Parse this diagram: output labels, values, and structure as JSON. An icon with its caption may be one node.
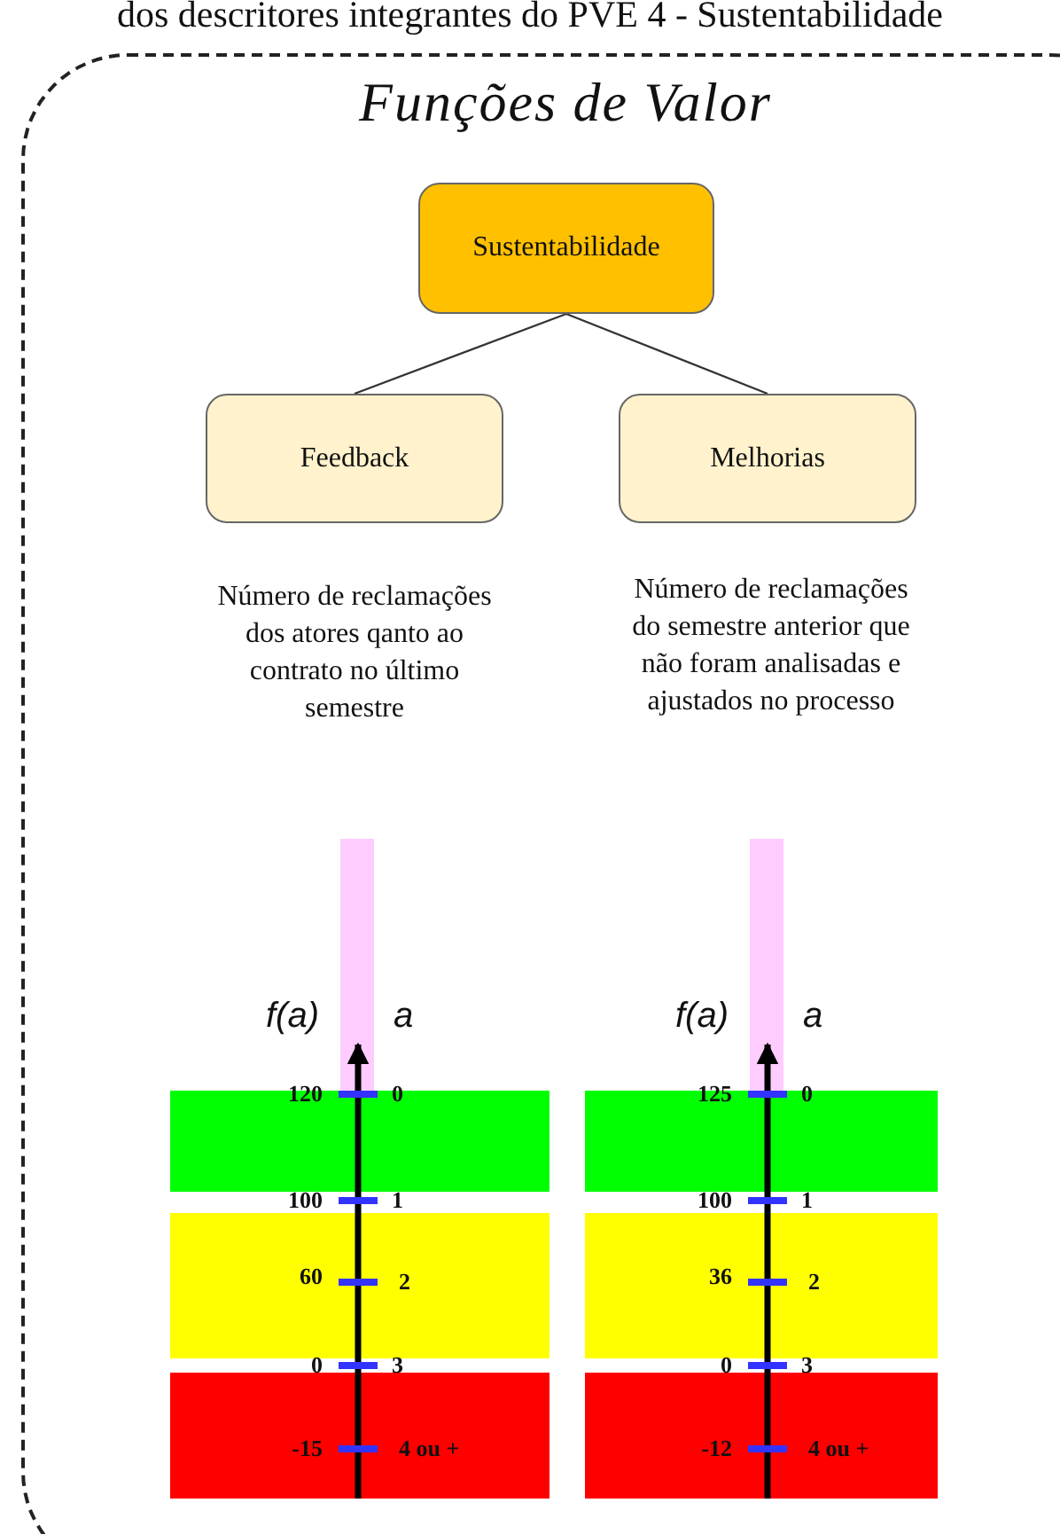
{
  "diagram": {
    "title": "dos descritores integrantes do PVE 4 - Sustentabilidade",
    "nodes": [
      {
        "text": [
          "Funções de Valor"
        ]
      },
      {
        "text": [
          "Sustentabilidade"
        ],
        "in": 0
      },
      {
        "text": [
          "Feedback"
        ],
        "in": 0
      },
      {
        "text": [
          "Melhorias"
        ],
        "in": 0
      }
    ],
    "edges": [
      {
        "from": 1,
        "to": 2,
        "arrow": "none"
      },
      {
        "from": 1,
        "to": 3,
        "arrow": "none"
      }
    ],
    "labels": [
      "Número de reclamações dos atores qanto ao contrato no último semestre",
      "Número de reclamações do semestre anterior que não foram analisadas e ajustados no processo",
      "f(a)",
      "a",
      "120",
      "0",
      "100",
      "1",
      "60",
      "2",
      "0",
      "3",
      "-15",
      "4 ou +",
      "f(a)",
      "a",
      "125",
      "0",
      "100",
      "1",
      "36",
      "2",
      "0",
      "3",
      "-12",
      "4 ou +"
    ]
  }
}
